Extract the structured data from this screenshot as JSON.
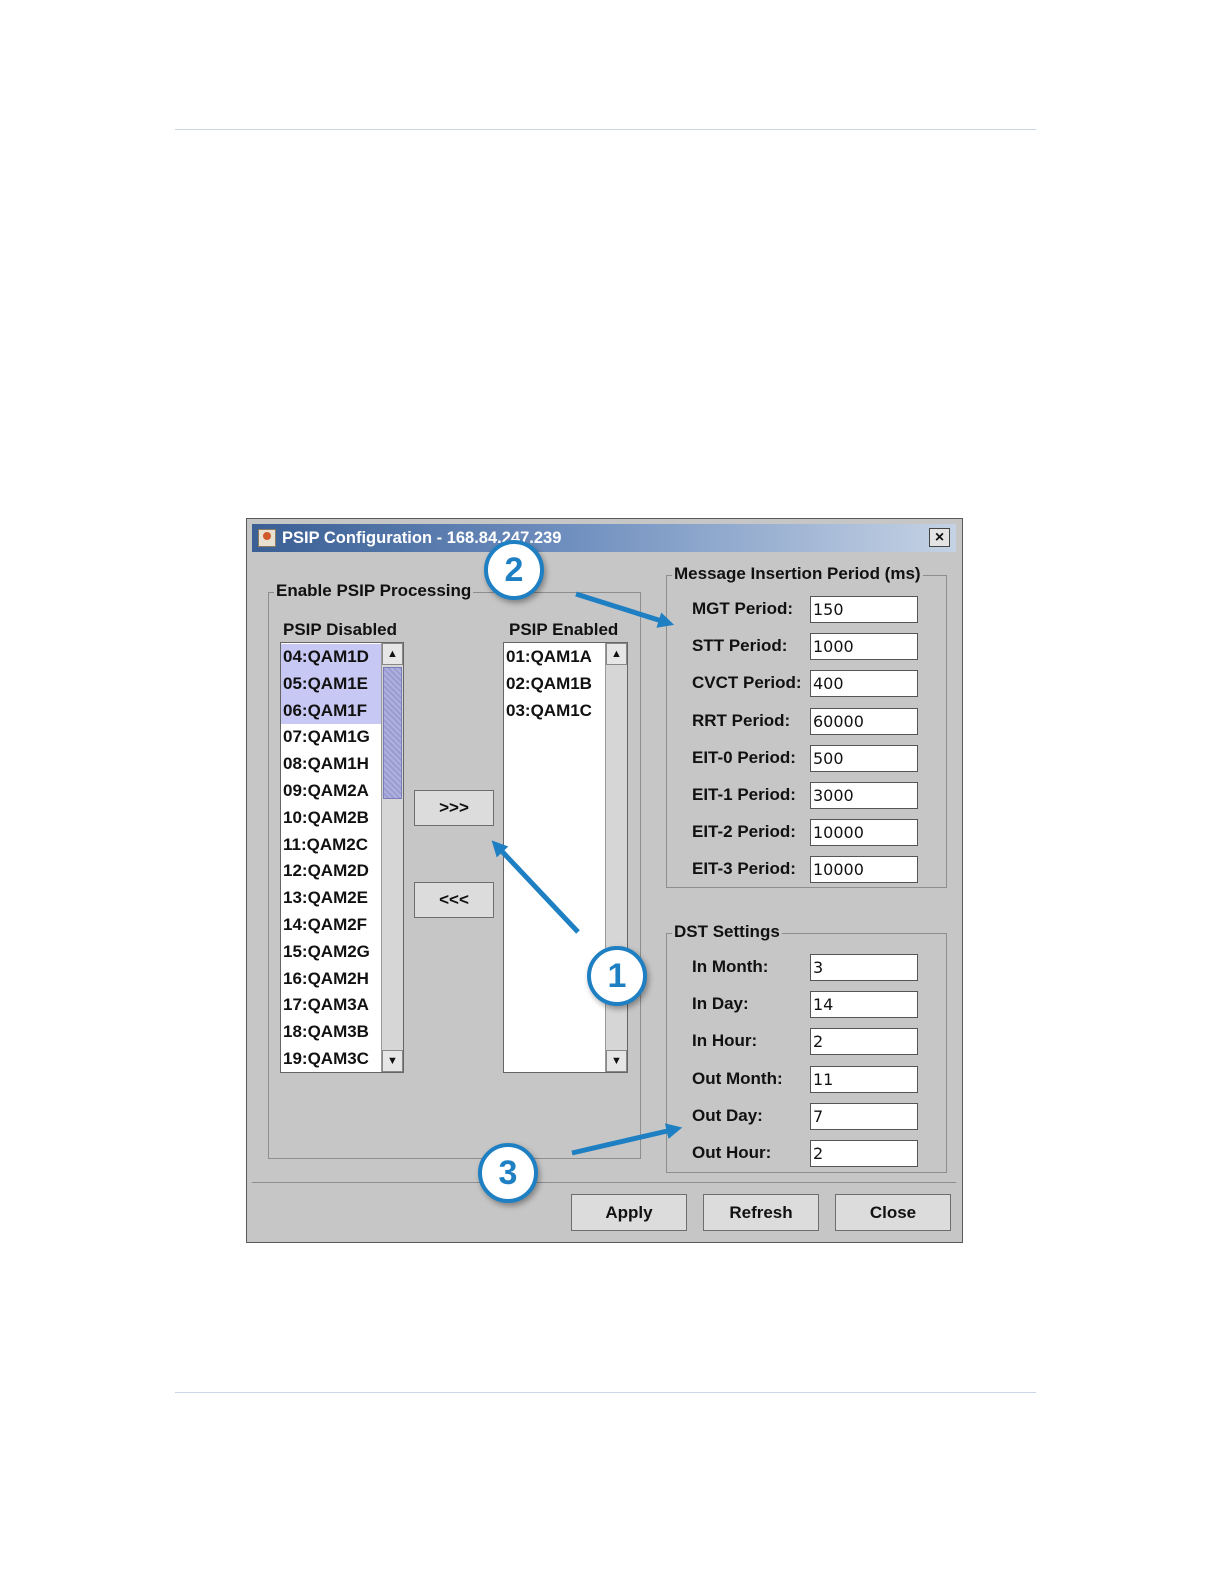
{
  "dialog": {
    "title": "PSIP Configuration - 168.84.247.239",
    "enable_group": {
      "legend": "Enable PSIP Processing",
      "disabled_header": "PSIP Disabled",
      "enabled_header": "PSIP Enabled",
      "disabled_items": [
        "04:QAM1D",
        "05:QAM1E",
        "06:QAM1F",
        "07:QAM1G",
        "08:QAM1H",
        "09:QAM2A",
        "10:QAM2B",
        "11:QAM2C",
        "12:QAM2D",
        "13:QAM2E",
        "14:QAM2F",
        "15:QAM2G",
        "16:QAM2H",
        "17:QAM3A",
        "18:QAM3B",
        "19:QAM3C"
      ],
      "selected_disabled": [
        "04:QAM1D",
        "05:QAM1E",
        "06:QAM1F"
      ],
      "enabled_items": [
        "01:QAM1A",
        "02:QAM1B",
        "03:QAM1C"
      ],
      "move_right_label": ">>>",
      "move_left_label": "<<<"
    },
    "message_group": {
      "legend": "Message Insertion Period (ms)",
      "fields": [
        {
          "label": "MGT Period:",
          "value": "150"
        },
        {
          "label": "STT Period:",
          "value": "1000"
        },
        {
          "label": "CVCT Period:",
          "value": "400"
        },
        {
          "label": "RRT Period:",
          "value": "60000"
        },
        {
          "label": "EIT-0 Period:",
          "value": "500"
        },
        {
          "label": "EIT-1 Period:",
          "value": "3000"
        },
        {
          "label": "EIT-2 Period:",
          "value": "10000"
        },
        {
          "label": "EIT-3 Period:",
          "value": "10000"
        }
      ]
    },
    "dst_group": {
      "legend": "DST Settings",
      "fields": [
        {
          "label": "In Month:",
          "value": "3"
        },
        {
          "label": "In Day:",
          "value": "14"
        },
        {
          "label": "In Hour:",
          "value": "2"
        },
        {
          "label": "Out Month:",
          "value": "11"
        },
        {
          "label": "Out Day:",
          "value": "7"
        },
        {
          "label": "Out Hour:",
          "value": "2"
        }
      ]
    },
    "buttons": {
      "apply": "Apply",
      "refresh": "Refresh",
      "close": "Close"
    }
  },
  "callouts": [
    "1",
    "2",
    "3"
  ],
  "colors": {
    "callout_blue": "#1e7fc3",
    "selection": "#c8c8f4",
    "dialog_bg": "#c6c6c6"
  }
}
